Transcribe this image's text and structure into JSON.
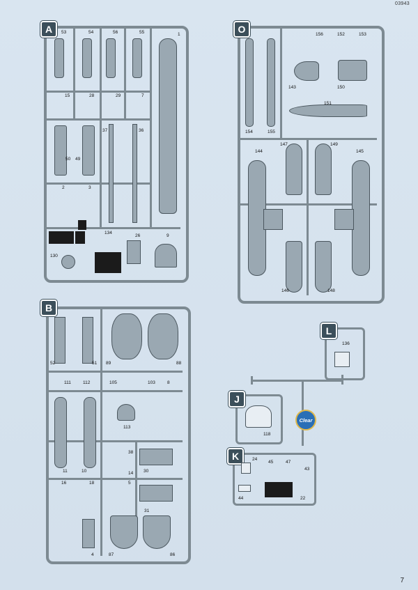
{
  "header": {
    "code": "03943"
  },
  "page_number": "7",
  "clear_badge": "Clear",
  "sprues": [
    {
      "letter": "A",
      "parts": [
        "53",
        "54",
        "56",
        "55",
        "1",
        "15",
        "28",
        "29",
        "7",
        "37",
        "36",
        "50",
        "49",
        "2",
        "3",
        "134",
        "26",
        "9",
        "130"
      ]
    },
    {
      "letter": "O",
      "parts": [
        "156",
        "152",
        "153",
        "143",
        "150",
        "151",
        "154",
        "155",
        "144",
        "147",
        "149",
        "145",
        "146",
        "148"
      ]
    },
    {
      "letter": "B",
      "parts": [
        "52",
        "51",
        "89",
        "88",
        "111",
        "112",
        "105",
        "103",
        "8",
        "113",
        "11",
        "10",
        "38",
        "14",
        "30",
        "16",
        "18",
        "5",
        "31",
        "4",
        "87",
        "86"
      ]
    },
    {
      "letter": "L",
      "parts": [
        "136"
      ]
    },
    {
      "letter": "J",
      "parts": [
        "118"
      ]
    },
    {
      "letter": "K",
      "parts": [
        "24",
        "45",
        "47",
        "43",
        "44",
        "22"
      ]
    }
  ]
}
